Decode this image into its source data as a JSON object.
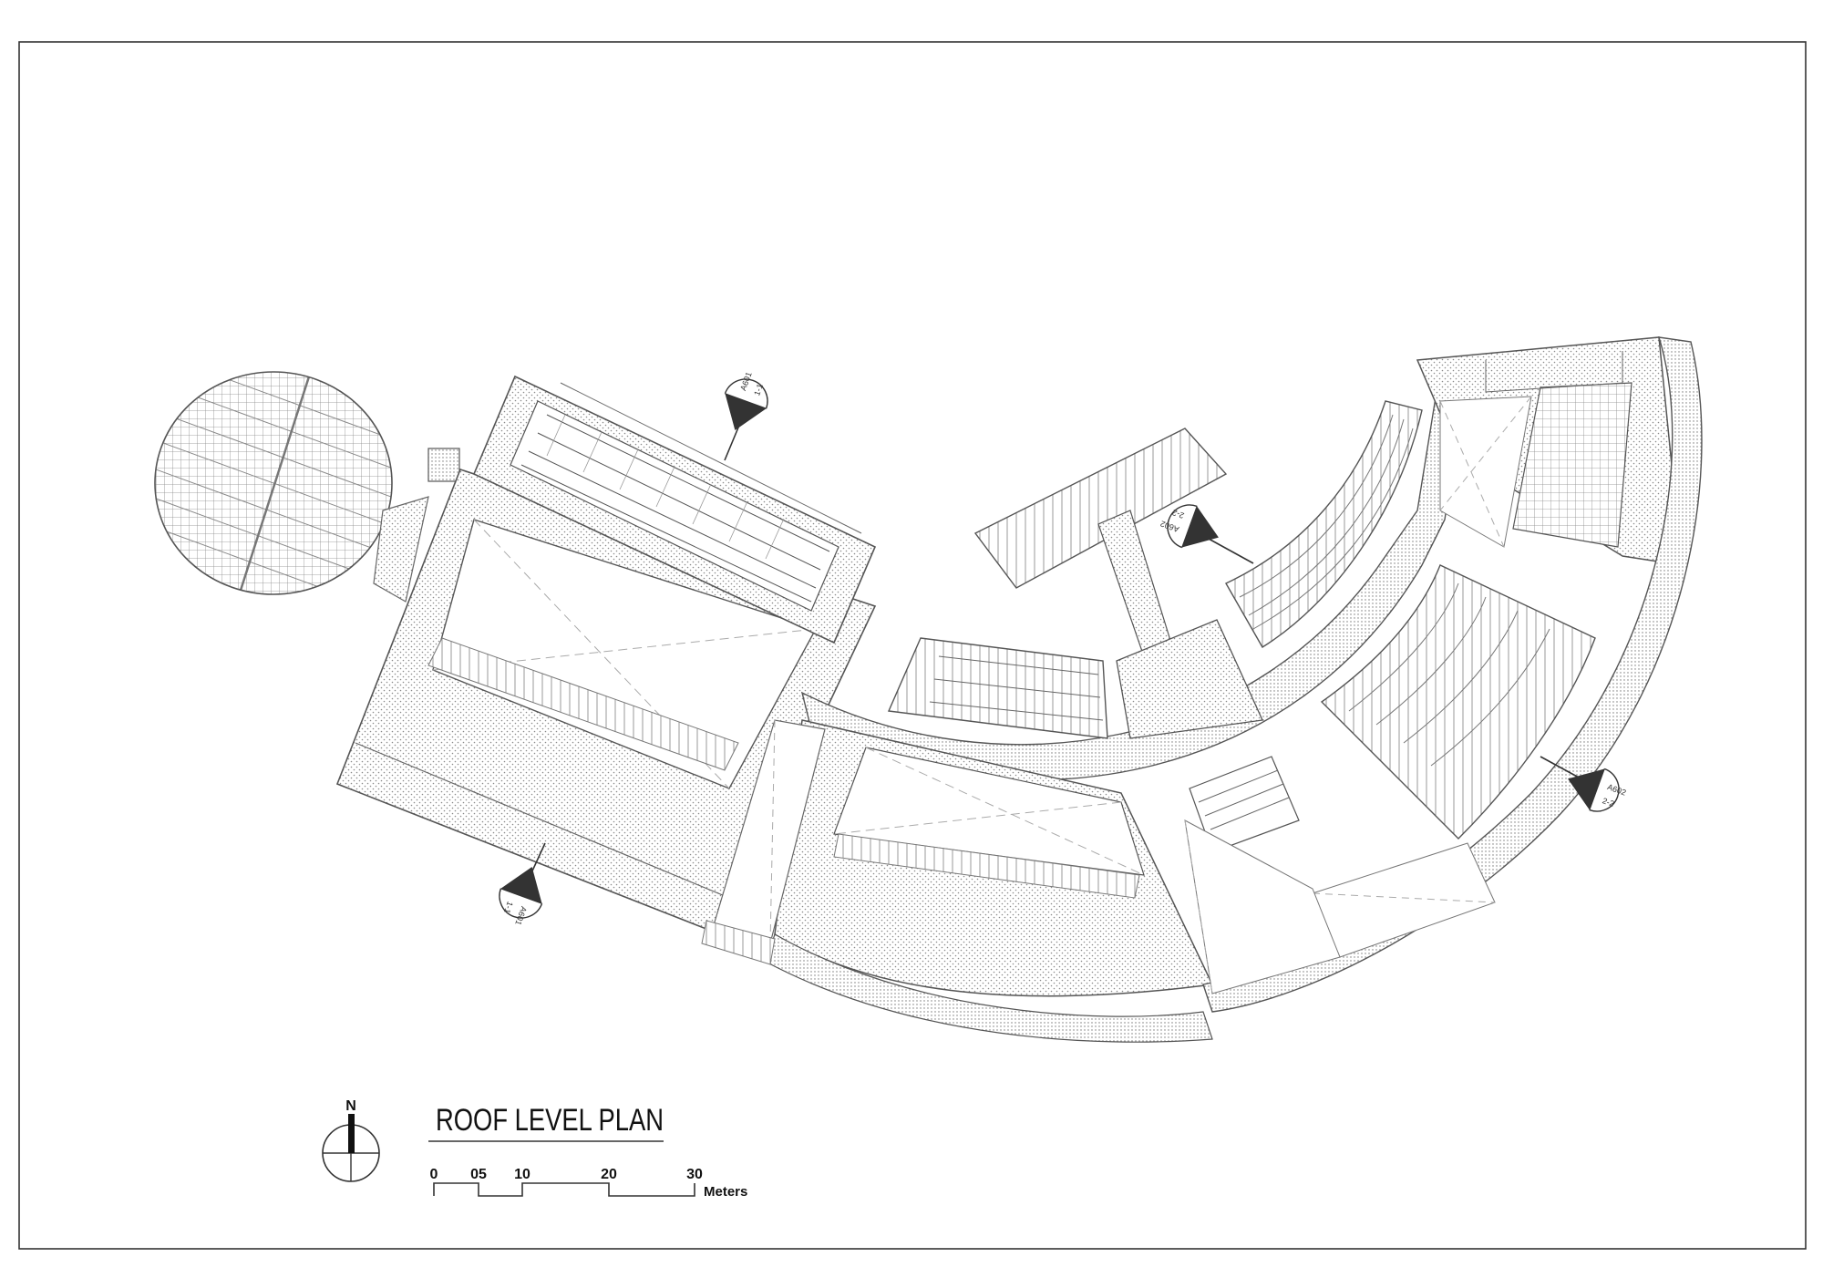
{
  "title_block": {
    "title": "ROOF LEVEL PLAN",
    "north_label": "N"
  },
  "scale_bar": {
    "ticks": [
      "0",
      "05",
      "10",
      "20",
      "30"
    ],
    "unit": "Meters"
  },
  "section_markers": [
    {
      "id": "sm-1",
      "code": "A601",
      "sheet": "1-1"
    },
    {
      "id": "sm-2",
      "code": "A601",
      "sheet": "1-1"
    },
    {
      "id": "sm-3",
      "code": "A602",
      "sheet": "2-2"
    },
    {
      "id": "sm-4",
      "code": "A602",
      "sheet": "2-2"
    }
  ],
  "colors": {
    "line": "#555555",
    "light_line": "#9a9a9a",
    "frame": "#333333"
  }
}
